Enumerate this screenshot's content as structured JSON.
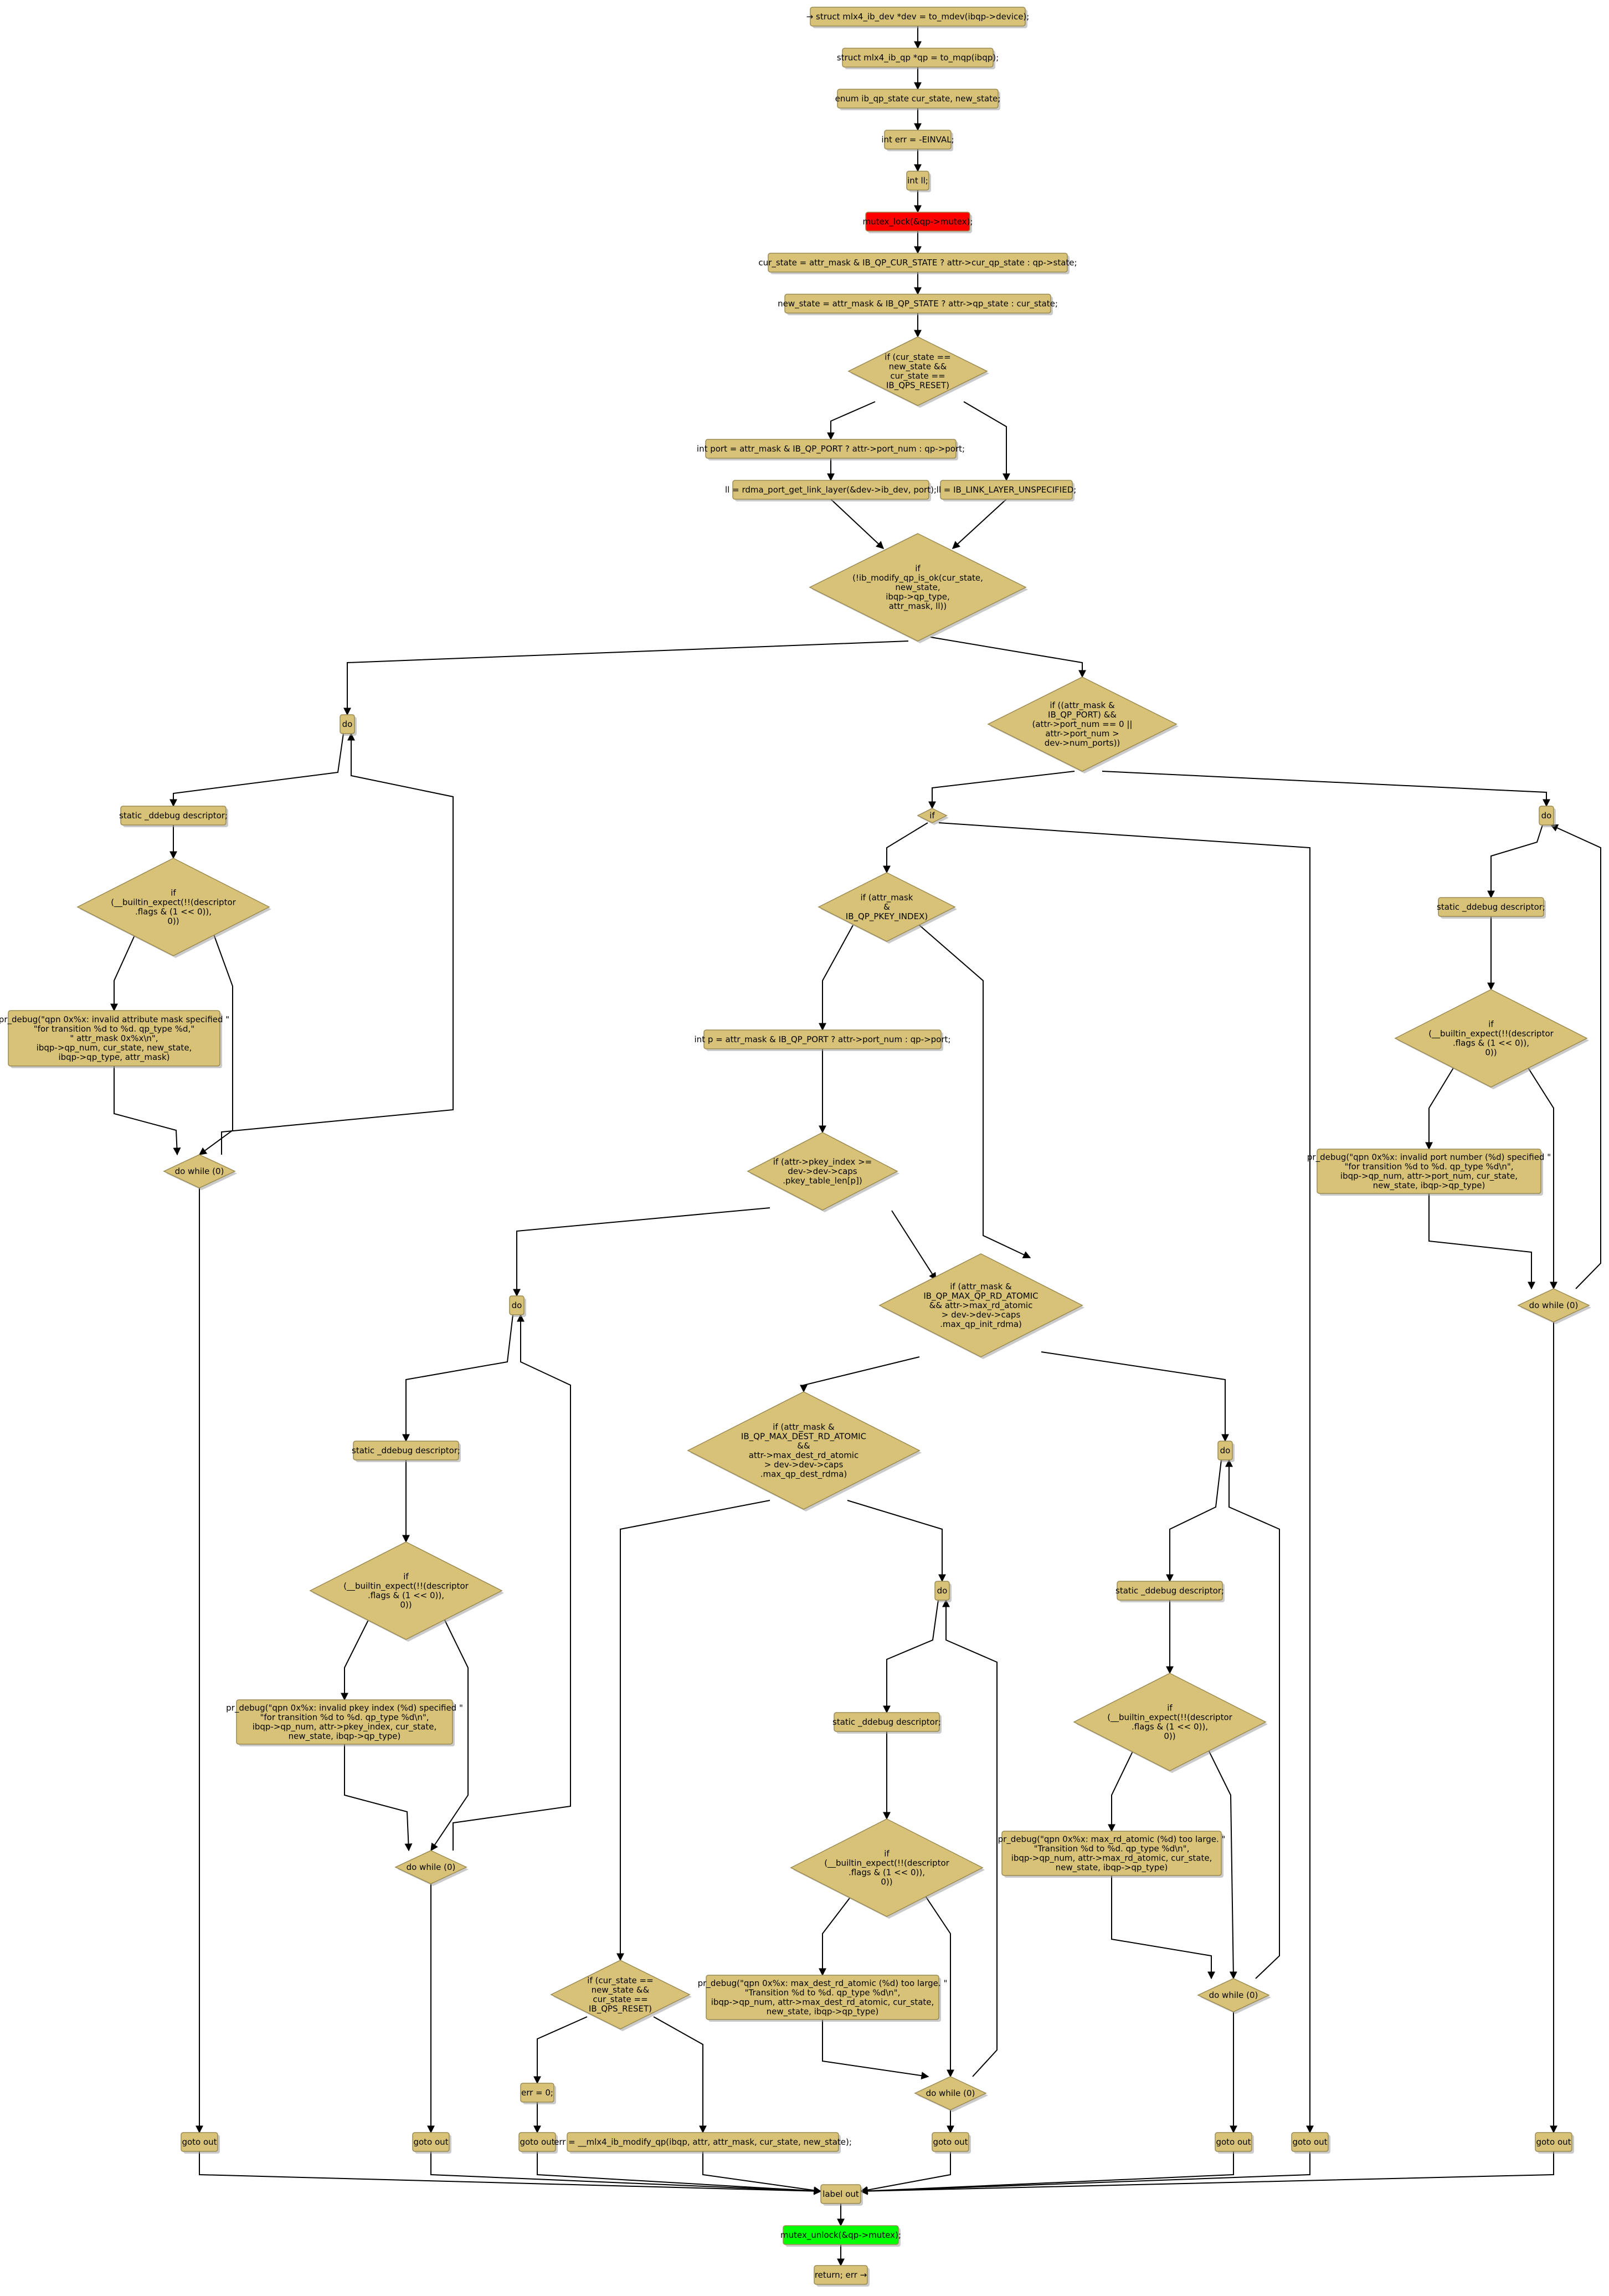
{
  "colors": {
    "default": "#d8c278",
    "lock": "#ff0000",
    "unlock": "#00ff00",
    "edge": "#000000"
  },
  "nodes": [
    {
      "id": "n1",
      "kind": "box",
      "fill": "default",
      "lines": [
        "→ struct mlx4_ib_dev *dev = to_mdev(ibqp->device);"
      ]
    },
    {
      "id": "n2",
      "kind": "box",
      "fill": "default",
      "lines": [
        "struct mlx4_ib_qp *qp = to_mqp(ibqp);"
      ]
    },
    {
      "id": "n3",
      "kind": "box",
      "fill": "default",
      "lines": [
        "enum ib_qp_state cur_state, new_state;"
      ]
    },
    {
      "id": "n4",
      "kind": "box",
      "fill": "default",
      "lines": [
        "int err = -EINVAL;"
      ]
    },
    {
      "id": "n5",
      "kind": "box",
      "fill": "default",
      "lines": [
        "int ll;"
      ]
    },
    {
      "id": "n6",
      "kind": "box",
      "fill": "lock",
      "lines": [
        "mutex_lock(&qp->mutex);"
      ]
    },
    {
      "id": "n7",
      "kind": "box",
      "fill": "default",
      "lines": [
        "cur_state = attr_mask & IB_QP_CUR_STATE ? attr->cur_qp_state : qp->state;"
      ]
    },
    {
      "id": "n8",
      "kind": "box",
      "fill": "default",
      "lines": [
        "new_state = attr_mask & IB_QP_STATE ? attr->qp_state : cur_state;"
      ]
    },
    {
      "id": "n9",
      "kind": "diamond",
      "fill": "default",
      "lines": [
        "if (cur_state ==",
        "new_state &&",
        "cur_state ==",
        "IB_QPS_RESET)"
      ]
    },
    {
      "id": "n10",
      "kind": "box",
      "fill": "default",
      "lines": [
        "int port = attr_mask & IB_QP_PORT ? attr->port_num : qp->port;"
      ]
    },
    {
      "id": "n11",
      "kind": "box",
      "fill": "default",
      "lines": [
        "ll = rdma_port_get_link_layer(&dev->ib_dev, port);"
      ]
    },
    {
      "id": "n12",
      "kind": "box",
      "fill": "default",
      "lines": [
        "ll = IB_LINK_LAYER_UNSPECIFIED;"
      ]
    },
    {
      "id": "n13",
      "kind": "diamond",
      "fill": "default",
      "lines": [
        "if",
        "(!ib_modify_qp_is_ok(cur_state,",
        "new_state,",
        "ibqp->qp_type,",
        "attr_mask, ll))"
      ]
    },
    {
      "id": "n14",
      "kind": "box",
      "fill": "default",
      "lines": [
        "do"
      ]
    },
    {
      "id": "n15",
      "kind": "box",
      "fill": "default",
      "lines": [
        "static _ddebug descriptor;"
      ]
    },
    {
      "id": "n16",
      "kind": "diamond",
      "fill": "default",
      "lines": [
        "if",
        "(__builtin_expect(!!(descriptor",
        ".flags & (1 << 0)),",
        "0))"
      ]
    },
    {
      "id": "n17",
      "kind": "box",
      "fill": "default",
      "lines": [
        "pr_debug(\"qpn 0x%x: invalid attribute mask specified \"",
        "\"for transition %d to %d. qp_type %d,\"",
        "\" attr_mask 0x%x\\n\",",
        "ibqp->qp_num, cur_state, new_state,",
        "ibqp->qp_type, attr_mask)"
      ]
    },
    {
      "id": "n18",
      "kind": "diamond",
      "fill": "default",
      "lines": [
        "do while (0)"
      ]
    },
    {
      "id": "n19",
      "kind": "box",
      "fill": "default",
      "lines": [
        "goto out"
      ]
    },
    {
      "id": "n20",
      "kind": "diamond",
      "fill": "default",
      "lines": [
        "if ((attr_mask &",
        "IB_QP_PORT) &&",
        "(attr->port_num == 0 ||",
        "attr->port_num >",
        "dev->num_ports))"
      ]
    },
    {
      "id": "n21",
      "kind": "diamond",
      "fill": "default",
      "lines": [
        "if"
      ]
    },
    {
      "id": "n22",
      "kind": "diamond",
      "fill": "default",
      "lines": [
        "if (attr_mask",
        "&",
        "IB_QP_PKEY_INDEX)"
      ]
    },
    {
      "id": "n23",
      "kind": "box",
      "fill": "default",
      "lines": [
        "int p = attr_mask & IB_QP_PORT ? attr->port_num : qp->port;"
      ]
    },
    {
      "id": "n24",
      "kind": "diamond",
      "fill": "default",
      "lines": [
        "if (attr->pkey_index >=",
        "dev->dev->caps",
        ".pkey_table_len[p])"
      ]
    },
    {
      "id": "n25",
      "kind": "box",
      "fill": "default",
      "lines": [
        "do"
      ]
    },
    {
      "id": "n26",
      "kind": "box",
      "fill": "default",
      "lines": [
        "static _ddebug descriptor;"
      ]
    },
    {
      "id": "n27",
      "kind": "diamond",
      "fill": "default",
      "lines": [
        "if",
        "(__builtin_expect(!!(descriptor",
        ".flags & (1 << 0)),",
        "0))"
      ]
    },
    {
      "id": "n28",
      "kind": "box",
      "fill": "default",
      "lines": [
        "pr_debug(\"qpn 0x%x: invalid pkey index (%d) specified \"",
        "\"for transition %d to %d. qp_type %d\\n\",",
        "ibqp->qp_num, attr->pkey_index, cur_state,",
        "new_state, ibqp->qp_type)"
      ]
    },
    {
      "id": "n29",
      "kind": "diamond",
      "fill": "default",
      "lines": [
        "do while (0)"
      ]
    },
    {
      "id": "n30",
      "kind": "box",
      "fill": "default",
      "lines": [
        "goto out"
      ]
    },
    {
      "id": "n31",
      "kind": "diamond",
      "fill": "default",
      "lines": [
        "if (attr_mask &",
        "IB_QP_MAX_QP_RD_ATOMIC",
        "&& attr->max_rd_atomic",
        "> dev->dev->caps",
        ".max_qp_init_rdma)"
      ]
    },
    {
      "id": "n32",
      "kind": "diamond",
      "fill": "default",
      "lines": [
        "if (attr_mask &",
        "IB_QP_MAX_DEST_RD_ATOMIC",
        "&&",
        "attr->max_dest_rd_atomic",
        "> dev->dev->caps",
        ".max_qp_dest_rdma)"
      ]
    },
    {
      "id": "n33",
      "kind": "diamond",
      "fill": "default",
      "lines": [
        "if (cur_state ==",
        "new_state &&",
        "cur_state ==",
        "IB_QPS_RESET)"
      ]
    },
    {
      "id": "n34",
      "kind": "box",
      "fill": "default",
      "lines": [
        "err = 0;"
      ]
    },
    {
      "id": "n35",
      "kind": "box",
      "fill": "default",
      "lines": [
        "goto out"
      ]
    },
    {
      "id": "n36",
      "kind": "box",
      "fill": "default",
      "lines": [
        "err = __mlx4_ib_modify_qp(ibqp, attr, attr_mask, cur_state, new_state);"
      ]
    },
    {
      "id": "n37",
      "kind": "box",
      "fill": "default",
      "lines": [
        "do"
      ]
    },
    {
      "id": "n38",
      "kind": "box",
      "fill": "default",
      "lines": [
        "static _ddebug descriptor;"
      ]
    },
    {
      "id": "n39",
      "kind": "diamond",
      "fill": "default",
      "lines": [
        "if",
        "(__builtin_expect(!!(descriptor",
        ".flags & (1 << 0)),",
        "0))"
      ]
    },
    {
      "id": "n40",
      "kind": "box",
      "fill": "default",
      "lines": [
        "pr_debug(\"qpn 0x%x: max_dest_rd_atomic (%d) too large. \"",
        "\"Transition %d to %d. qp_type %d\\n\",",
        "ibqp->qp_num, attr->max_dest_rd_atomic, cur_state,",
        "new_state, ibqp->qp_type)"
      ]
    },
    {
      "id": "n41",
      "kind": "diamond",
      "fill": "default",
      "lines": [
        "do while (0)"
      ]
    },
    {
      "id": "n42",
      "kind": "box",
      "fill": "default",
      "lines": [
        "goto out"
      ]
    },
    {
      "id": "n43",
      "kind": "box",
      "fill": "default",
      "lines": [
        "do"
      ]
    },
    {
      "id": "n44",
      "kind": "box",
      "fill": "default",
      "lines": [
        "static _ddebug descriptor;"
      ]
    },
    {
      "id": "n45",
      "kind": "diamond",
      "fill": "default",
      "lines": [
        "if",
        "(__builtin_expect(!!(descriptor",
        ".flags & (1 << 0)),",
        "0))"
      ]
    },
    {
      "id": "n46",
      "kind": "box",
      "fill": "default",
      "lines": [
        "pr_debug(\"qpn 0x%x: max_rd_atomic (%d) too large. \"",
        "\"Transition %d to %d. qp_type %d\\n\",",
        "ibqp->qp_num, attr->max_rd_atomic, cur_state,",
        "new_state, ibqp->qp_type)"
      ]
    },
    {
      "id": "n47",
      "kind": "diamond",
      "fill": "default",
      "lines": [
        "do while (0)"
      ]
    },
    {
      "id": "n48",
      "kind": "box",
      "fill": "default",
      "lines": [
        "goto out"
      ]
    },
    {
      "id": "n49",
      "kind": "box",
      "fill": "default",
      "lines": [
        "goto out"
      ]
    },
    {
      "id": "n50",
      "kind": "box",
      "fill": "default",
      "lines": [
        "do"
      ]
    },
    {
      "id": "n51",
      "kind": "box",
      "fill": "default",
      "lines": [
        "static _ddebug descriptor;"
      ]
    },
    {
      "id": "n52",
      "kind": "diamond",
      "fill": "default",
      "lines": [
        "if",
        "(__builtin_expect(!!(descriptor",
        ".flags & (1 << 0)),",
        "0))"
      ]
    },
    {
      "id": "n53",
      "kind": "box",
      "fill": "default",
      "lines": [
        "pr_debug(\"qpn 0x%x: invalid port number (%d) specified \"",
        "\"for transition %d to %d. qp_type %d\\n\",",
        "ibqp->qp_num, attr->port_num, cur_state,",
        "new_state, ibqp->qp_type)"
      ]
    },
    {
      "id": "n54",
      "kind": "diamond",
      "fill": "default",
      "lines": [
        "do while (0)"
      ]
    },
    {
      "id": "n55",
      "kind": "box",
      "fill": "default",
      "lines": [
        "goto out"
      ]
    },
    {
      "id": "n56",
      "kind": "box",
      "fill": "default",
      "lines": [
        "label out"
      ]
    },
    {
      "id": "n57",
      "kind": "box",
      "fill": "unlock",
      "lines": [
        "mutex_unlock(&qp->mutex);"
      ]
    },
    {
      "id": "n58",
      "kind": "box",
      "fill": "default",
      "lines": [
        "return; err →"
      ]
    }
  ],
  "edges": [
    [
      "n1",
      "n2"
    ],
    [
      "n2",
      "n3"
    ],
    [
      "n3",
      "n4"
    ],
    [
      "n4",
      "n5"
    ],
    [
      "n5",
      "n6"
    ],
    [
      "n6",
      "n7"
    ],
    [
      "n7",
      "n8"
    ],
    [
      "n8",
      "n9"
    ],
    [
      "n9",
      "n10"
    ],
    [
      "n9",
      "n12"
    ],
    [
      "n10",
      "n11"
    ],
    [
      "n11",
      "n13"
    ],
    [
      "n12",
      "n13"
    ],
    [
      "n13",
      "n14"
    ],
    [
      "n13",
      "n20"
    ],
    [
      "n14",
      "n15"
    ],
    [
      "n15",
      "n16"
    ],
    [
      "n16",
      "n17"
    ],
    [
      "n16",
      "n18"
    ],
    [
      "n17",
      "n18"
    ],
    [
      "n18",
      "n14"
    ],
    [
      "n18",
      "n19"
    ],
    [
      "n20",
      "n21"
    ],
    [
      "n20",
      "n50"
    ],
    [
      "n21",
      "n22"
    ],
    [
      "n21",
      "n49"
    ],
    [
      "n22",
      "n23"
    ],
    [
      "n22",
      "n31"
    ],
    [
      "n23",
      "n24"
    ],
    [
      "n24",
      "n25"
    ],
    [
      "n24",
      "n31"
    ],
    [
      "n25",
      "n26"
    ],
    [
      "n26",
      "n27"
    ],
    [
      "n27",
      "n28"
    ],
    [
      "n27",
      "n29"
    ],
    [
      "n28",
      "n29"
    ],
    [
      "n29",
      "n25"
    ],
    [
      "n29",
      "n30"
    ],
    [
      "n31",
      "n32"
    ],
    [
      "n31",
      "n43"
    ],
    [
      "n32",
      "n33"
    ],
    [
      "n32",
      "n37"
    ],
    [
      "n33",
      "n34"
    ],
    [
      "n33",
      "n36"
    ],
    [
      "n34",
      "n35"
    ],
    [
      "n37",
      "n38"
    ],
    [
      "n38",
      "n39"
    ],
    [
      "n39",
      "n40"
    ],
    [
      "n39",
      "n41"
    ],
    [
      "n40",
      "n41"
    ],
    [
      "n41",
      "n37"
    ],
    [
      "n41",
      "n42"
    ],
    [
      "n43",
      "n44"
    ],
    [
      "n44",
      "n45"
    ],
    [
      "n45",
      "n46"
    ],
    [
      "n45",
      "n47"
    ],
    [
      "n46",
      "n47"
    ],
    [
      "n47",
      "n43"
    ],
    [
      "n47",
      "n48"
    ],
    [
      "n50",
      "n51"
    ],
    [
      "n51",
      "n52"
    ],
    [
      "n52",
      "n53"
    ],
    [
      "n52",
      "n54"
    ],
    [
      "n53",
      "n54"
    ],
    [
      "n54",
      "n50"
    ],
    [
      "n54",
      "n55"
    ],
    [
      "n19",
      "n56"
    ],
    [
      "n30",
      "n56"
    ],
    [
      "n35",
      "n56"
    ],
    [
      "n36",
      "n56"
    ],
    [
      "n42",
      "n56"
    ],
    [
      "n48",
      "n56"
    ],
    [
      "n49",
      "n56"
    ],
    [
      "n55",
      "n56"
    ],
    [
      "n56",
      "n57"
    ],
    [
      "n57",
      "n58"
    ]
  ]
}
